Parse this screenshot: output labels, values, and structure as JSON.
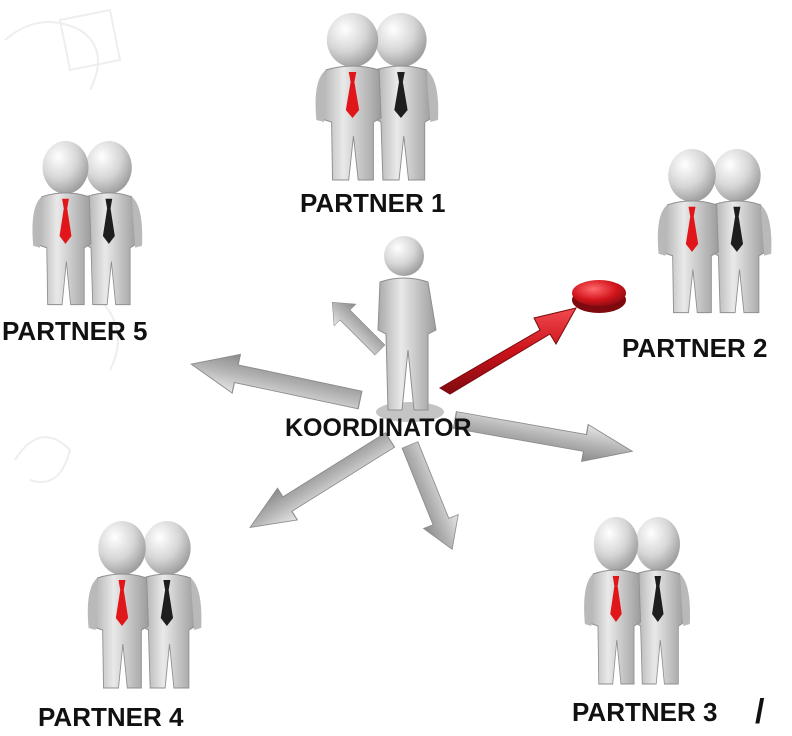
{
  "partners": [
    {
      "id": "p1",
      "label": "PARTNER 1"
    },
    {
      "id": "p2",
      "label": "PARTNER 2"
    },
    {
      "id": "p3",
      "label": "PARTNER 3"
    },
    {
      "id": "p4",
      "label": "PARTNER 4"
    },
    {
      "id": "p5",
      "label": "PARTNER 5"
    }
  ],
  "coordinator": {
    "label": "KOORDINATOR"
  },
  "colors": {
    "figure": "#cfcfcf",
    "tie_red": "#e0161b",
    "tie_black": "#1e1e1e",
    "arrow_gray": "#a9a9a9",
    "arrow_red": "#c8101a",
    "target_red": "#d0141c"
  }
}
